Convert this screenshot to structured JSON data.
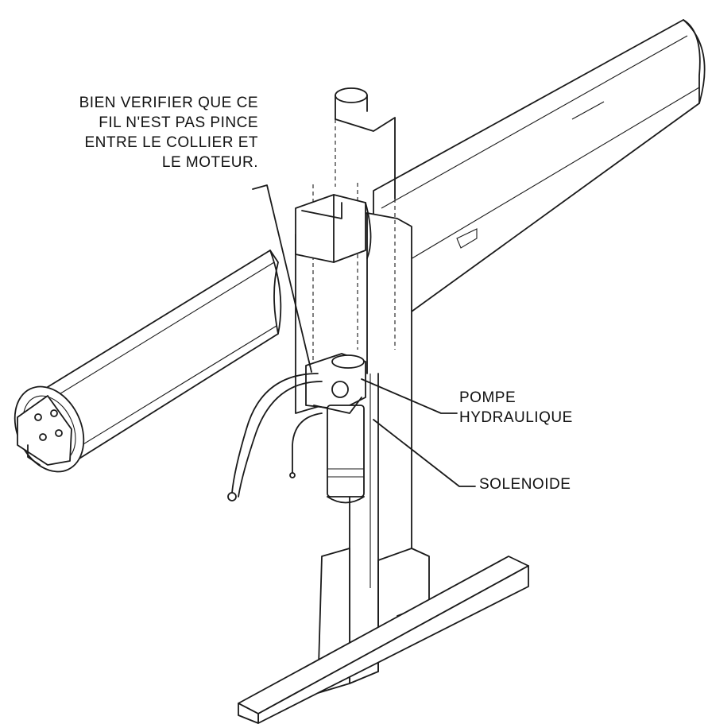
{
  "labels": {
    "warning_lines": [
      "BIEN VERIFIER QUE CE",
      "FIL N'EST PAS PINCE",
      "ENTRE LE COLLIER ET",
      "LE MOTEUR."
    ],
    "pump_lines": [
      "POMPE",
      "HYDRAULIQUE"
    ],
    "solenoid": "SOLENOIDE"
  }
}
